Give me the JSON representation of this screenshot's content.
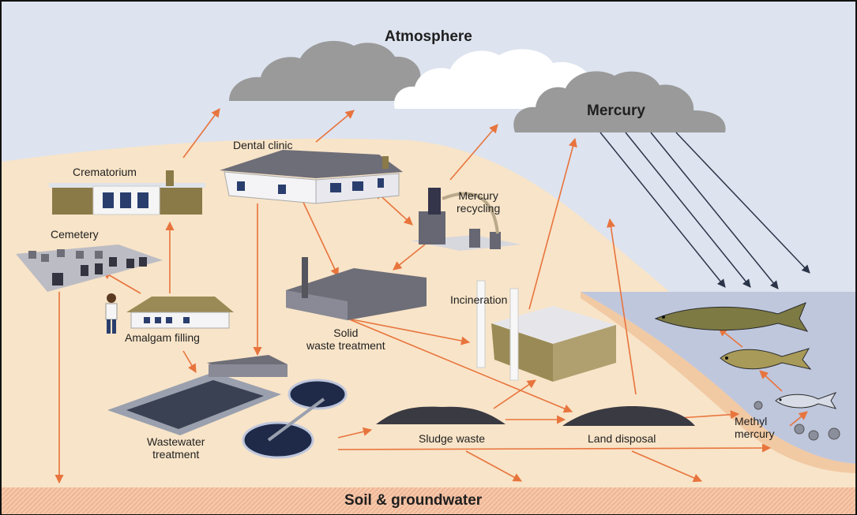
{
  "labels": {
    "atmosphere": "Atmosphere",
    "mercury": "Mercury",
    "dental_clinic": "Dental clinic",
    "crematorium": "Crematorium",
    "mercury_recycling_1": "Mercury",
    "mercury_recycling_2": "recycling",
    "cemetery": "Cemetery",
    "amalgam_filling": "Amalgam filling",
    "solid_waste_1": "Solid",
    "solid_waste_2": "waste treatment",
    "incineration": "Incineration",
    "wastewater_1": "Wastewater",
    "wastewater_2": "treatment",
    "sludge_waste": "Sludge waste",
    "land_disposal": "Land disposal",
    "methyl_1": "Methyl",
    "methyl_2": "mercury",
    "soil_groundwater": "Soil & groundwater"
  },
  "colors": {
    "sky": "#dde3ef",
    "land": "#f8e4c8",
    "water": "#bfc7dd",
    "arrow": "#e8743d",
    "rain": "#2b3548",
    "cloud_grey": "#9a9a9a",
    "building_grey": "#7a7a86",
    "building_tan": "#9a8a55"
  }
}
